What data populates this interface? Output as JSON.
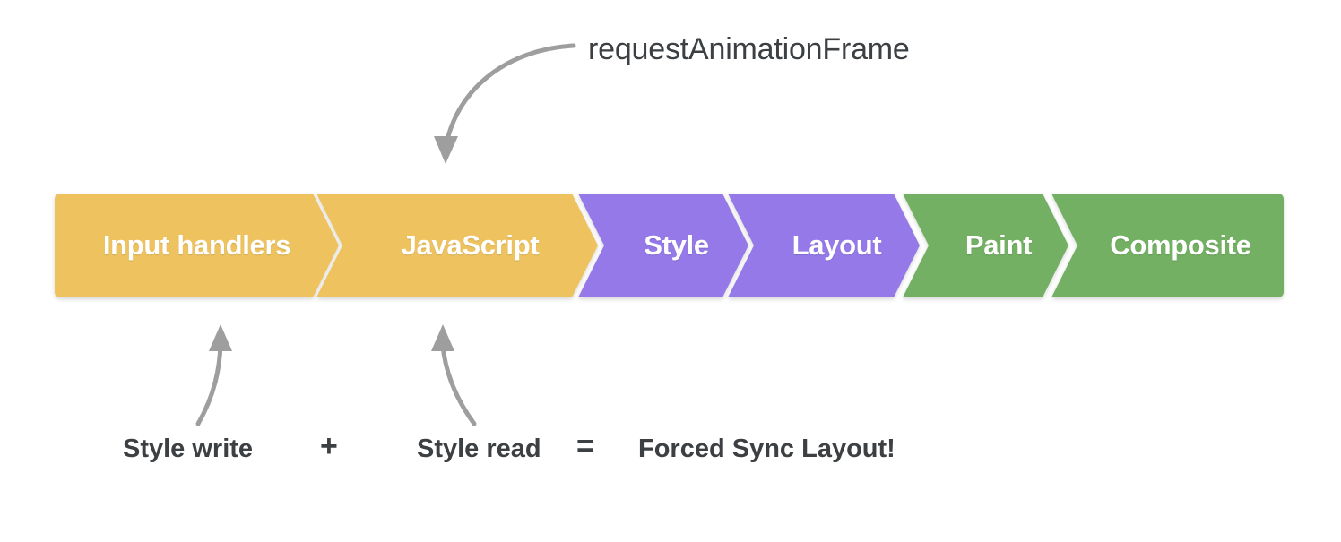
{
  "diagram": {
    "title_annotation": "requestAnimationFrame",
    "pipeline": {
      "stages": [
        {
          "label": "Input handlers",
          "color": "#edc25e",
          "group": "script"
        },
        {
          "label": "JavaScript",
          "color": "#edc25e",
          "group": "script"
        },
        {
          "label": "Style",
          "color": "#9579e8",
          "group": "rendering"
        },
        {
          "label": "Layout",
          "color": "#9579e8",
          "group": "rendering"
        },
        {
          "label": "Paint",
          "color": "#73b063",
          "group": "painting"
        },
        {
          "label": "Composite",
          "color": "#73b063",
          "group": "painting"
        }
      ],
      "label_color": "#ffffff"
    },
    "annotations": {
      "arrow_color": "#9e9e9e",
      "raf_arrow_target_stage": "JavaScript",
      "write_arrow_target_stage": "Input handlers",
      "read_arrow_target_stage": "JavaScript"
    },
    "formula": {
      "text_color": "#3c4043",
      "terms": [
        {
          "kind": "term",
          "text": "Style write"
        },
        {
          "kind": "operator",
          "text": "+"
        },
        {
          "kind": "term",
          "text": "Style read"
        },
        {
          "kind": "operator",
          "text": "="
        },
        {
          "kind": "term",
          "text": "Forced Sync Layout!"
        }
      ]
    }
  }
}
